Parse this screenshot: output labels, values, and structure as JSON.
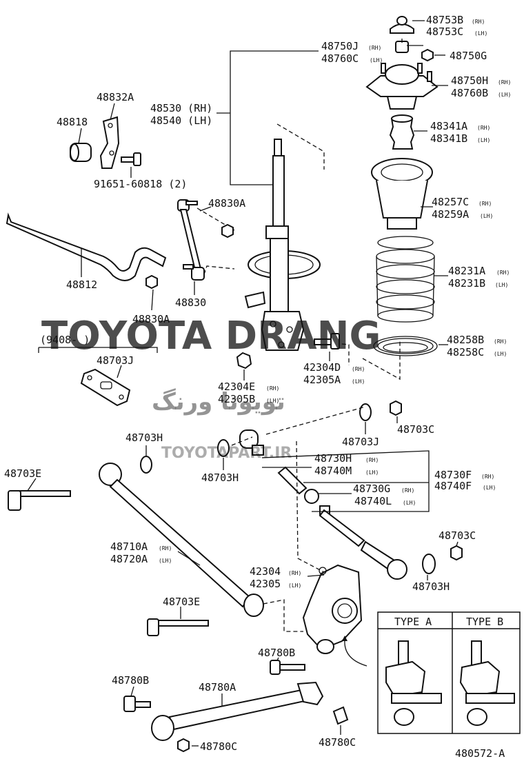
{
  "labels": {
    "p48753b": "48753B",
    "p48753b_side": "(RH)",
    "p48753c": "48753C",
    "p48753c_side": "(LH)",
    "p48750j": "48750J",
    "p48750j_side": "(RH)",
    "p48760c": "48760C",
    "p48760c_side": "(LH)",
    "p48750g": "48750G",
    "p48750h": "48750H",
    "p48750h_side": "(RH)",
    "p48760b": "48760B",
    "p48760b_side": "(LH)",
    "p48832a": "48832A",
    "p48530": "48530 (RH)",
    "p48540": "48540 (LH)",
    "p48818": "48818",
    "p48341a": "48341A",
    "p48341a_side": "(RH)",
    "p48341b": "48341B",
    "p48341b_side": "(LH)",
    "p91651": "91651-60818 (2)",
    "p48257c": "48257C",
    "p48257c_side": "(RH)",
    "p48259a": "48259A",
    "p48259a_side": "(LH)",
    "p48830a_top": "48830A",
    "p48231a": "48231A",
    "p48231a_side": "(RH)",
    "p48231b": "48231B",
    "p48231b_side": "(LH)",
    "p48812": "48812",
    "p48830": "48830",
    "p48830a_bot": "48830A",
    "p9408": "(9408-      )",
    "p48258b": "48258B",
    "p48258b_side": "(RH)",
    "p48258c": "48258C",
    "p48258c_side": "(LH)",
    "p48703j_top": "48703J",
    "p42304d": "42304D",
    "p42304d_side": "(RH)",
    "p42305a": "42305A",
    "p42305a_side": "(LH)",
    "p42304e": "42304E",
    "p42304e_side": "(RH)",
    "p42305b": "42305B",
    "p42305b_side": "(LH)",
    "p48703c_top": "48703C",
    "p48703j_mid": "48703J",
    "p48703h_left": "48703H",
    "p48730h": "48730H",
    "p48730h_side": "(RH)",
    "p48740m": "48740M",
    "p48740m_side": "(LH)",
    "p48703e_top": "48703E",
    "p48703h_mid": "48703H",
    "p48730f": "48730F",
    "p48730f_side": "(RH)",
    "p48740f": "48740F",
    "p48740f_side": "(LH)",
    "p48730g": "48730G",
    "p48730g_side": "(RH)",
    "p48740l": "48740L",
    "p48740l_side": "(LH)",
    "p48703c_bot": "48703C",
    "p48710a": "48710A",
    "p48710a_side": "(RH)",
    "p48720a": "48720A",
    "p48720a_side": "(LH)",
    "p42304": "42304",
    "p42304_side": "(RH)",
    "p42305": "42305",
    "p42305_side": "(LH)",
    "p48703h_right": "48703H",
    "p48703e_bot": "48703E",
    "p48780b_mid": "48780B",
    "p48780b_left": "48780B",
    "p48780a": "48780A",
    "p48780c_left": "48780C",
    "p48780c_right": "48780C",
    "type_a": "TYPE A",
    "type_b": "TYPE B",
    "figure_code": "480572-A"
  },
  "watermark": {
    "main": "TOYOTA DRANG",
    "persian": "تویوتا ورنگ",
    "site": "TOYOTAPART.IR"
  },
  "colors": {
    "line": "#111111",
    "watermark": "#e8414b",
    "watermark_light": "#f3b4b8"
  }
}
